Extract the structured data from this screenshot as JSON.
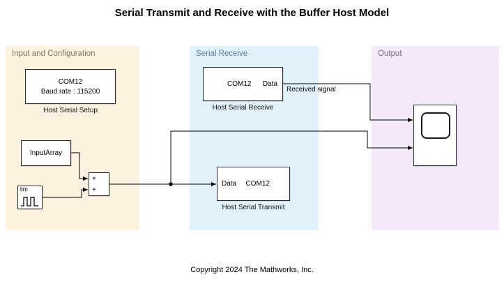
{
  "title": "Serial Transmit and Receive with the Buffer Host Model",
  "footer": {
    "copyright": "Copyright 2024 The Mathworks, Inc."
  },
  "regions": {
    "input_config": {
      "label": "Input and Configuration",
      "bg": "#fcf2df",
      "label_color": "#86765a"
    },
    "serial_receive": {
      "label": "Serial Receive",
      "bg": "#e0f1fc",
      "label_color": "#5c7b95"
    },
    "output": {
      "label": "Output",
      "bg": "#f4eaf9",
      "label_color": "#7a6b86"
    }
  },
  "blocks": {
    "host_serial_setup": {
      "com": "COM12",
      "baud": "Baud rate : 115200",
      "label": "Host Serial Setup"
    },
    "input_array": {
      "name": "InputArray"
    },
    "signal_source": {
      "label": "lim"
    },
    "sum": {
      "plus_top": "+",
      "plus_bottom": "+"
    },
    "host_serial_receive": {
      "com": "COM12",
      "out_port": "Data",
      "label": "Host Serial Receive"
    },
    "host_serial_transmit": {
      "in_port": "Data",
      "com": "COM12",
      "label": "Host Serial Transmit"
    }
  },
  "signals": {
    "received": "Received signal"
  },
  "wire_color": "#000000"
}
